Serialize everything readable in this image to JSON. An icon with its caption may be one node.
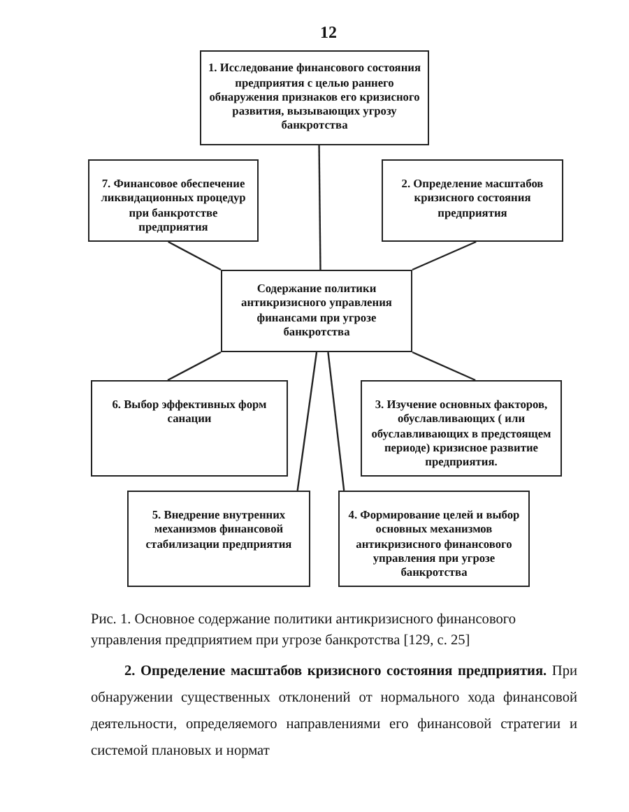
{
  "diagram": {
    "caption": "Рис. 1.  Основное содержание политики антикризисного  финансового управления предприятием при угрозе  банкротства [129, с. 25]",
    "nodes": [
      {
        "text": [
          "1. Исследование финансового состояния предприятия с целью раннего обнаружения признаков его кризисного развития, вызывающих угрозу банкротства"
        ]
      },
      {
        "text": [
          "7. Финансовое обеспечение ликвидационных процедур при банкротстве предприятия"
        ]
      },
      {
        "text": [
          "2. Определение масштабов кризисного состояния предприятия"
        ]
      },
      {
        "text": [
          "Содержание политики антикризисного управления финансами при угрозе банкротства"
        ]
      },
      {
        "text": [
          "6. Выбор эффективных форм санации"
        ]
      },
      {
        "text": [
          "3. Изучение основных факторов, обуславливающих ( или обуславливающих в предстоящем периоде) кризисное развитие предприятия."
        ]
      },
      {
        "text": [
          "5. Внедрение внутренних механизмов финансовой стабилизации предприятия"
        ]
      },
      {
        "text": [
          "4. Формирование целей и выбор основных механизмов антикризисного финансового управления при угрозе банкротства"
        ]
      }
    ],
    "edges": [
      {
        "from": 0,
        "to": 3,
        "arrow": "none"
      },
      {
        "from": 1,
        "to": 3,
        "arrow": "none"
      },
      {
        "from": 2,
        "to": 3,
        "arrow": "none"
      },
      {
        "from": 3,
        "to": 4,
        "arrow": "none"
      },
      {
        "from": 3,
        "to": 5,
        "arrow": "none"
      },
      {
        "from": 3,
        "to": 6,
        "arrow": "none"
      },
      {
        "from": 3,
        "to": 7,
        "arrow": "none"
      }
    ],
    "labels": [
      "12",
      "**2. Определение масштабов кризисного состояния предприятия.** При обнаружении существенных отклонений от нормального хода финансовой деятельности, определяемого направлениями его финансовой стратегии и системой плановых и нормат"
    ]
  }
}
